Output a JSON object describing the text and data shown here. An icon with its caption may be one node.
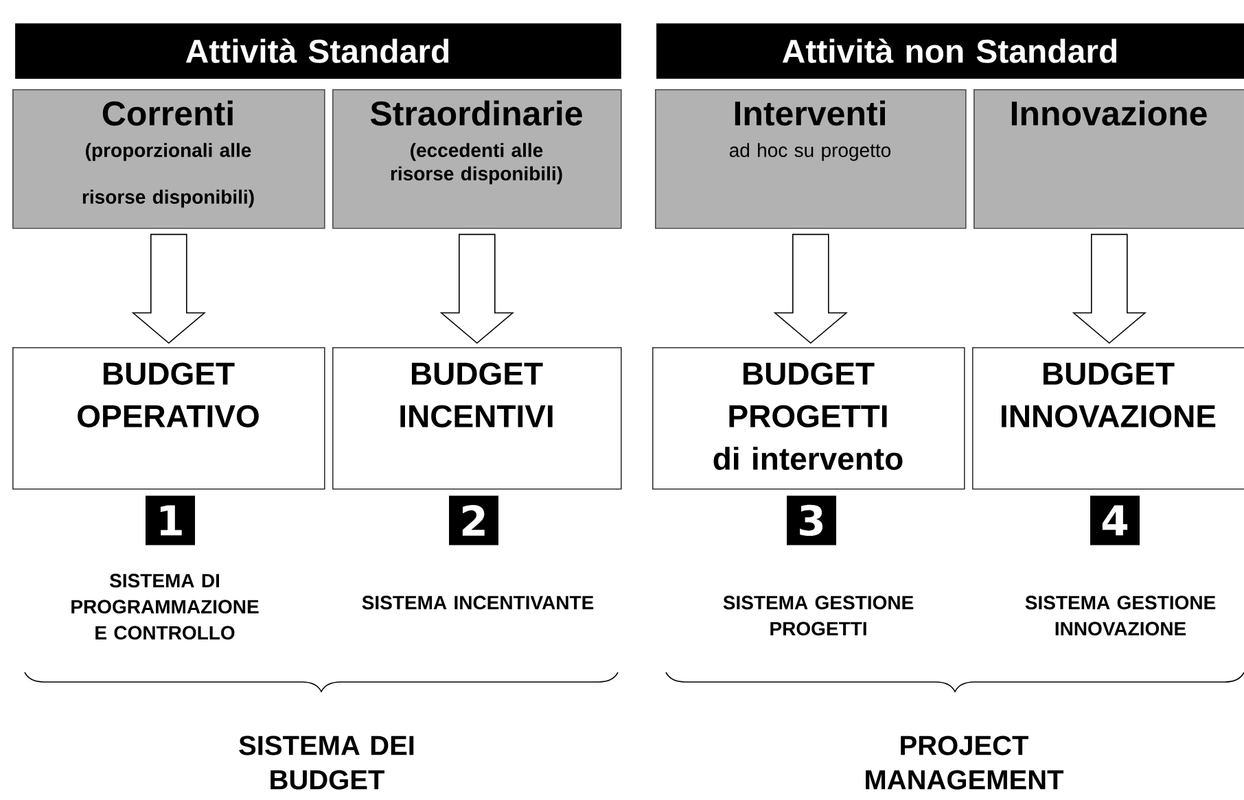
{
  "diagram": {
    "nodes": [
      {
        "text": [
          "Attività Standard"
        ]
      },
      {
        "text": [
          "Attività non Standard"
        ]
      },
      {
        "text": [
          "Correnti",
          "(proporzionali alle risorse disponibili)"
        ]
      },
      {
        "text": [
          "Straordinarie",
          "(eccedenti alle risorse disponibili)"
        ]
      },
      {
        "text": [
          "Interventi",
          "ad hoc su progetto"
        ]
      },
      {
        "text": [
          "Innovazione"
        ]
      },
      {
        "text": [
          "BUDGET OPERATIVO"
        ]
      },
      {
        "text": [
          "BUDGET INCENTIVI"
        ]
      },
      {
        "text": [
          "BUDGET PROGETTI di intervento"
        ]
      },
      {
        "text": [
          "BUDGET INNOVAZIONE"
        ]
      }
    ],
    "edges": [
      {
        "from": 2,
        "to": 6,
        "arrow": "to"
      },
      {
        "from": 3,
        "to": 7,
        "arrow": "to"
      },
      {
        "from": 4,
        "to": 8,
        "arrow": "to"
      },
      {
        "from": 5,
        "to": 9,
        "arrow": "to"
      }
    ],
    "labels": [
      "1",
      "2",
      "3",
      "4",
      "SISTEMA DI PROGRAMMAZIONE E CONTROLLO",
      "SISTEMA INCENTIVANTE",
      "SISTEMA GESTIONE PROGETTI",
      "SISTEMA GESTIONE INNOVAZIONE",
      "SISTEMA DEI BUDGET",
      "PROJECT MANAGEMENT"
    ]
  }
}
